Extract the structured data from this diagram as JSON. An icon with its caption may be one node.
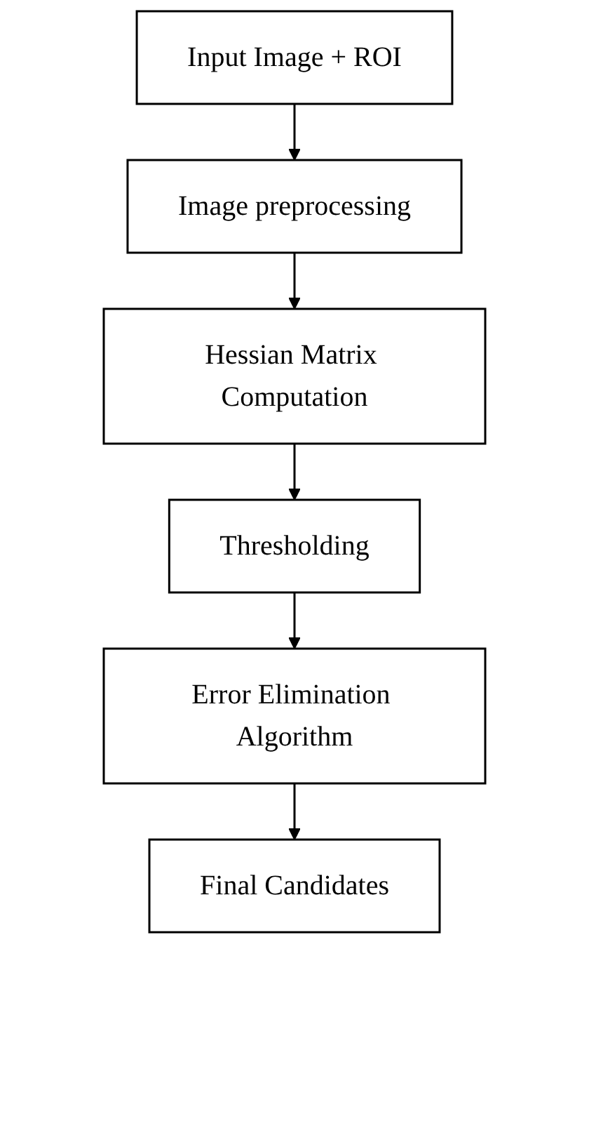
{
  "diagram": {
    "nodes": [
      {
        "text": [
          "Input Image + ROI"
        ]
      },
      {
        "text": [
          "Image preprocessing"
        ]
      },
      {
        "text": [
          "Hessian Matrix Computation"
        ]
      },
      {
        "text": [
          "Thresholding"
        ]
      },
      {
        "text": [
          "Error Elimination Algorithm"
        ]
      },
      {
        "text": [
          "Final Candidates"
        ]
      }
    ],
    "edges": [
      {
        "from": 0,
        "to": 1,
        "arrow": "to"
      },
      {
        "from": 1,
        "to": 2,
        "arrow": "to"
      },
      {
        "from": 2,
        "to": 3,
        "arrow": "to"
      },
      {
        "from": 3,
        "to": 4,
        "arrow": "to"
      },
      {
        "from": 4,
        "to": 5,
        "arrow": "to"
      }
    ]
  }
}
